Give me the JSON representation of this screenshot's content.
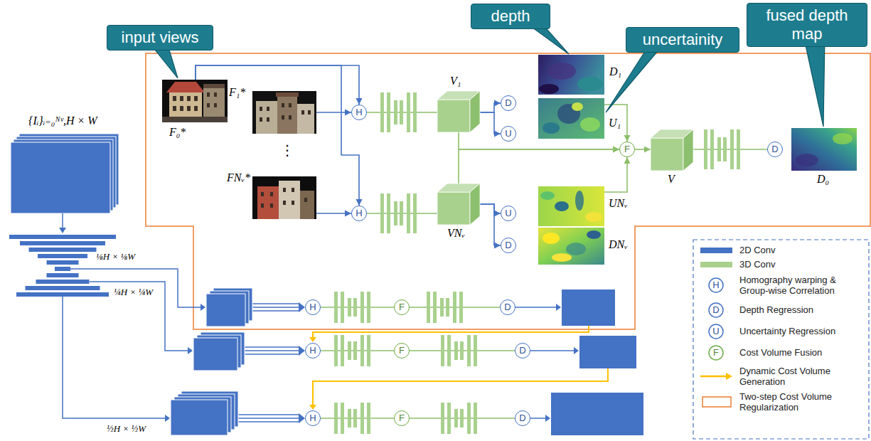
{
  "diagram": {
    "nodes": [
      {
        "text": [
          "input views"
        ]
      },
      {
        "text": [
          "depth"
        ]
      },
      {
        "text": [
          "uncertainity"
        ]
      },
      {
        "text": [
          "fused depth map"
        ]
      },
      {
        "text": [
          "F₀*"
        ]
      },
      {
        "text": [
          "F₁*"
        ]
      },
      {
        "text": [
          "FNᵥ*"
        ]
      },
      {
        "text": [
          "H"
        ]
      },
      {
        "text": [
          "H"
        ]
      },
      {
        "text": [
          "V₁"
        ]
      },
      {
        "text": [
          "VNᵥ"
        ]
      },
      {
        "text": [
          "D"
        ]
      },
      {
        "text": [
          "U"
        ]
      },
      {
        "text": [
          "U"
        ]
      },
      {
        "text": [
          "D"
        ]
      },
      {
        "text": [
          "D₁"
        ]
      },
      {
        "text": [
          "U₁"
        ]
      },
      {
        "text": [
          "UNᵥ"
        ]
      },
      {
        "text": [
          "DNᵥ"
        ]
      },
      {
        "text": [
          "F"
        ]
      },
      {
        "text": [
          "V"
        ]
      },
      {
        "text": [
          "D"
        ]
      },
      {
        "text": [
          "D₀"
        ]
      },
      {
        "text": [
          "H"
        ]
      },
      {
        "text": [
          "F"
        ]
      },
      {
        "text": [
          "D"
        ]
      },
      {
        "text": [
          "H"
        ]
      },
      {
        "text": [
          "F"
        ]
      },
      {
        "text": [
          "D"
        ]
      },
      {
        "text": [
          "H"
        ]
      },
      {
        "text": [
          "F"
        ]
      },
      {
        "text": [
          "D"
        ]
      }
    ],
    "edges": [
      {
        "from": 4,
        "to": 7,
        "arrow": "to"
      },
      {
        "from": 4,
        "to": 8,
        "arrow": "to"
      },
      {
        "from": 5,
        "to": 7,
        "arrow": "to"
      },
      {
        "from": 6,
        "to": 8,
        "arrow": "to"
      },
      {
        "from": 7,
        "to": 9,
        "arrow": "none"
      },
      {
        "from": 8,
        "to": 10,
        "arrow": "none"
      },
      {
        "from": 9,
        "to": 11,
        "arrow": "to"
      },
      {
        "from": 9,
        "to": 12,
        "arrow": "to"
      },
      {
        "from": 10,
        "to": 13,
        "arrow": "to"
      },
      {
        "from": 10,
        "to": 14,
        "arrow": "to"
      },
      {
        "from": 9,
        "to": 19,
        "arrow": "to"
      },
      {
        "from": 10,
        "to": 19,
        "arrow": "to"
      },
      {
        "from": 16,
        "to": 19,
        "arrow": "to"
      },
      {
        "from": 17,
        "to": 19,
        "arrow": "to"
      },
      {
        "from": 19,
        "to": 20,
        "arrow": "to"
      },
      {
        "from": 20,
        "to": 21,
        "arrow": "none"
      },
      {
        "from": 23,
        "to": 24,
        "arrow": "none"
      },
      {
        "from": 24,
        "to": 25,
        "arrow": "none"
      },
      {
        "from": 26,
        "to": 27,
        "arrow": "none"
      },
      {
        "from": 27,
        "to": 28,
        "arrow": "none"
      },
      {
        "from": 29,
        "to": 30,
        "arrow": "none"
      },
      {
        "from": 30,
        "to": 31,
        "arrow": "none"
      }
    ],
    "labels": [
      "{Iᵢ}ᵢ₌₀ᴺᵛ,H × W",
      "⋮",
      "⅛H × ⅛W",
      "¼H × ¼W",
      "½H × ½W",
      "H",
      "D",
      "U",
      "F"
    ],
    "legend": [
      {
        "text": "2D Conv",
        "color": "#4472c4"
      },
      {
        "text": "3D Conv",
        "color": "#a9d18e"
      },
      {
        "text": "Homography warping & Group-wise Correlation"
      },
      {
        "text": "Depth Regression"
      },
      {
        "text": "Uncertainty Regression"
      },
      {
        "text": "Cost Volume Fusion"
      },
      {
        "text": "Dynamic Cost Volume Generation"
      },
      {
        "text": "Two-step Cost Volume Regularization"
      }
    ]
  }
}
